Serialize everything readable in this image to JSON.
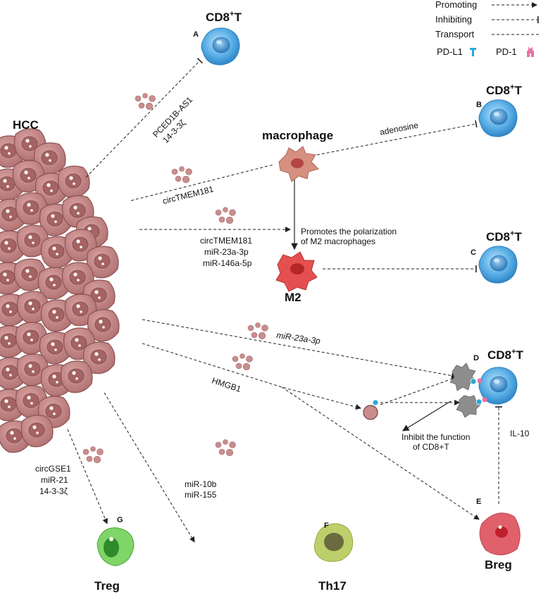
{
  "legend": {
    "promoting": "Promoting",
    "inhibiting": "Inhibiting",
    "transport": "Transport",
    "pdl1": "PD-L1",
    "pd1": "PD-1"
  },
  "hcc": {
    "label": "HCC"
  },
  "nodes": {
    "a": {
      "letter": "A",
      "cell": "CD8",
      "sup": "+",
      "tail": "T"
    },
    "b": {
      "letter": "B",
      "cell": "CD8",
      "sup": "+",
      "tail": "T"
    },
    "c": {
      "letter": "C",
      "cell": "CD8",
      "sup": "+",
      "tail": "T"
    },
    "d": {
      "letter": "D",
      "cell": "CD8",
      "sup": "+",
      "tail": "T"
    },
    "e": {
      "letter": "E",
      "cell": "Breg"
    },
    "f": {
      "letter": "F",
      "cell": "Th17"
    },
    "g": {
      "letter": "G",
      "cell": "Treg"
    },
    "macrophage": "macrophage",
    "m2": "M2"
  },
  "labels": {
    "a1": "PCED1B-AS1",
    "a2": "14-3-3ζ",
    "adenosine": "adenosine",
    "circ1": "circTMEM181",
    "circ2": "circTMEM181",
    "mir23a_1": "miR-23a-3p",
    "mir146": "miR-146a-5p",
    "polar1": "Promotes the polarization",
    "polar2": "of M2 macrophages",
    "mir23a_2": "miR-23a-3p",
    "hmgb1": "HMGB1",
    "inhibit1": "Inhibit the function",
    "inhibit2": "of CD8+T",
    "il10": "IL-10",
    "mir10b": "miR-10b",
    "mir155": "miR-155",
    "circgse1": "circGSE1",
    "mir21": "miR-21",
    "g3": "14-3-3ζ"
  }
}
